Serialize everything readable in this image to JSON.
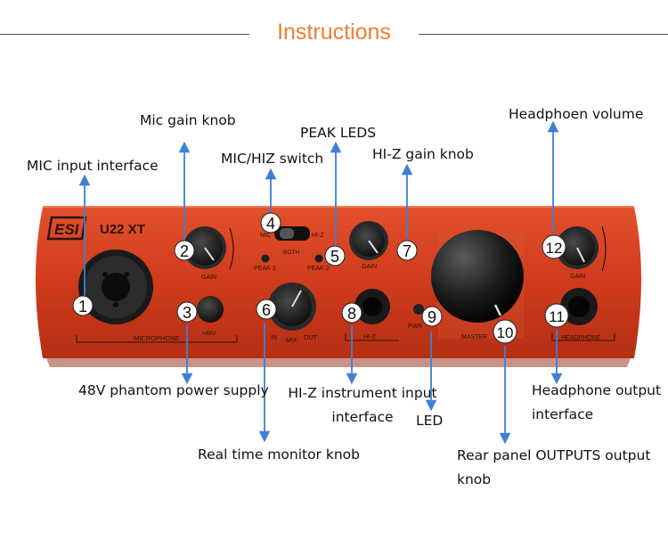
{
  "title": "Instructions",
  "device": {
    "brand": "ESI",
    "model": "U22 XT",
    "panel_labels": {
      "gain_left": "GAIN",
      "microphone": "MICROPHONE",
      "phantom": "+48V",
      "mic": "MIC",
      "hiz_switch": "HI-Z",
      "both": "BOTH",
      "peak1": "PEAK-1",
      "peak2": "PEAK-2",
      "in": "IN",
      "mix": "MIX",
      "out": "OUT",
      "hiz": "HI-Z",
      "pwr": "PWR",
      "master": "MASTER",
      "gain_right": "GAIN",
      "headphone": "HEADPHONE"
    }
  },
  "callouts": [
    {
      "num": "1",
      "label": "MIC input interface"
    },
    {
      "num": "2",
      "label": "Mic gain knob"
    },
    {
      "num": "3",
      "label": "48V phantom power supply"
    },
    {
      "num": "4",
      "label": "MIC/HIZ switch"
    },
    {
      "num": "5",
      "label": "PEAK LEDS"
    },
    {
      "num": "6",
      "label": "Real time monitor knob"
    },
    {
      "num": "7",
      "label": "HI-Z gain knob"
    },
    {
      "num": "8",
      "label": "HI-Z instrument input interface"
    },
    {
      "num": "9",
      "label": "LED"
    },
    {
      "num": "10",
      "label": "Rear panel OUTPUTS output knob"
    },
    {
      "num": "11",
      "label": "Headphone output interface"
    },
    {
      "num": "12",
      "label": "Headphoen volume"
    }
  ]
}
